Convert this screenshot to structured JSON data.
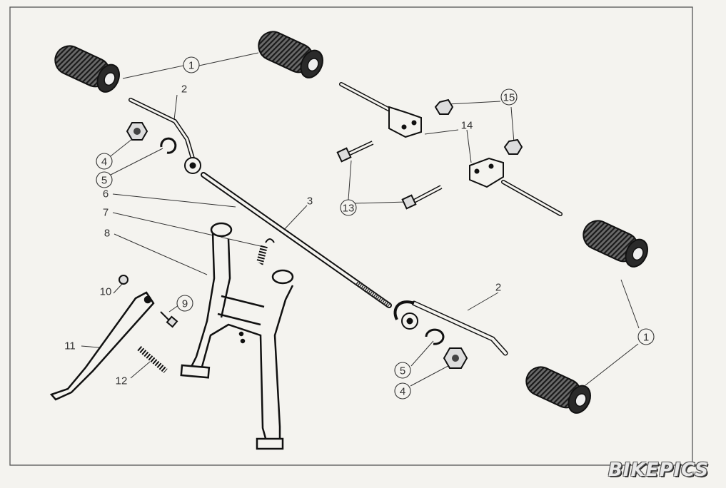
{
  "labels": {
    "l1a": "1",
    "l1b": "1",
    "l2a": "2",
    "l2b": "2",
    "l3": "3",
    "l4a": "4",
    "l4b": "4",
    "l5a": "5",
    "l5b": "5",
    "l6": "6",
    "l7": "7",
    "l8": "8",
    "l9": "9",
    "l10": "10",
    "l11": "11",
    "l12": "12",
    "l13": "13",
    "l14": "14",
    "l15": "15"
  },
  "watermark": "BIKEPICS",
  "colors": {
    "paper": "#f4f3ef",
    "ink": "#1e1e1e",
    "frame": "#555555"
  }
}
